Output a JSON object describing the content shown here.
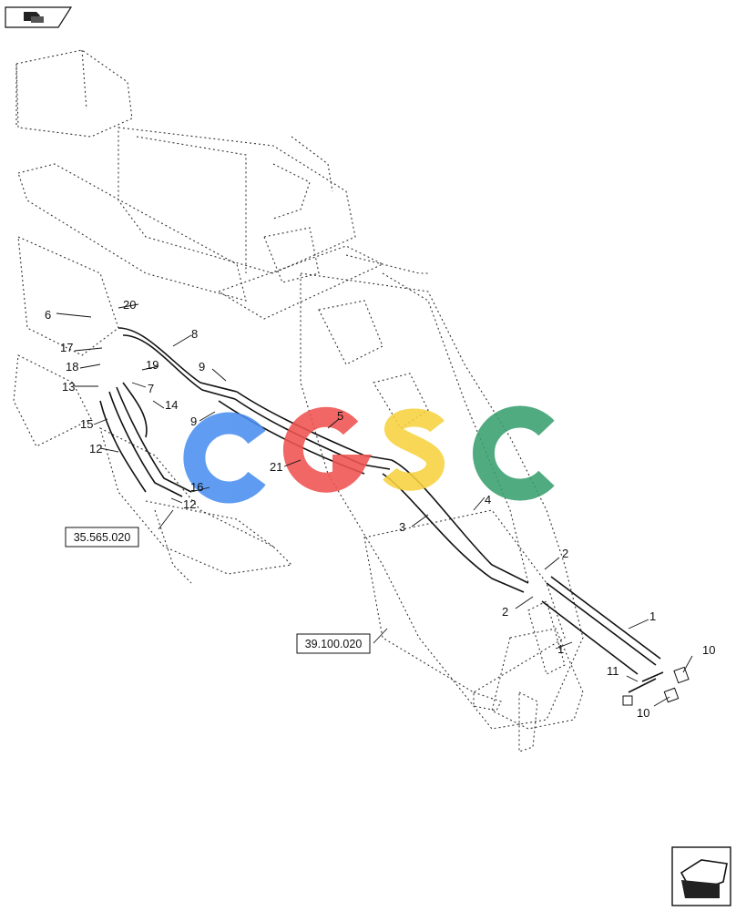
{
  "references": [
    {
      "id": "ref-35",
      "label": "35.565.020"
    },
    {
      "id": "ref-39",
      "label": "39.100.020"
    }
  ],
  "callouts": [
    "1",
    "1",
    "2",
    "2",
    "3",
    "4",
    "5",
    "6",
    "7",
    "8",
    "9",
    "9",
    "10",
    "10",
    "11",
    "12",
    "12",
    "13",
    "14",
    "15",
    "16",
    "17",
    "18",
    "19",
    "20",
    "21"
  ],
  "watermark": {
    "letters": [
      "C",
      "G",
      "S",
      "C"
    ],
    "colors": [
      "#4a8ef0",
      "#ef5350",
      "#f7d23e",
      "#3aa070"
    ]
  }
}
